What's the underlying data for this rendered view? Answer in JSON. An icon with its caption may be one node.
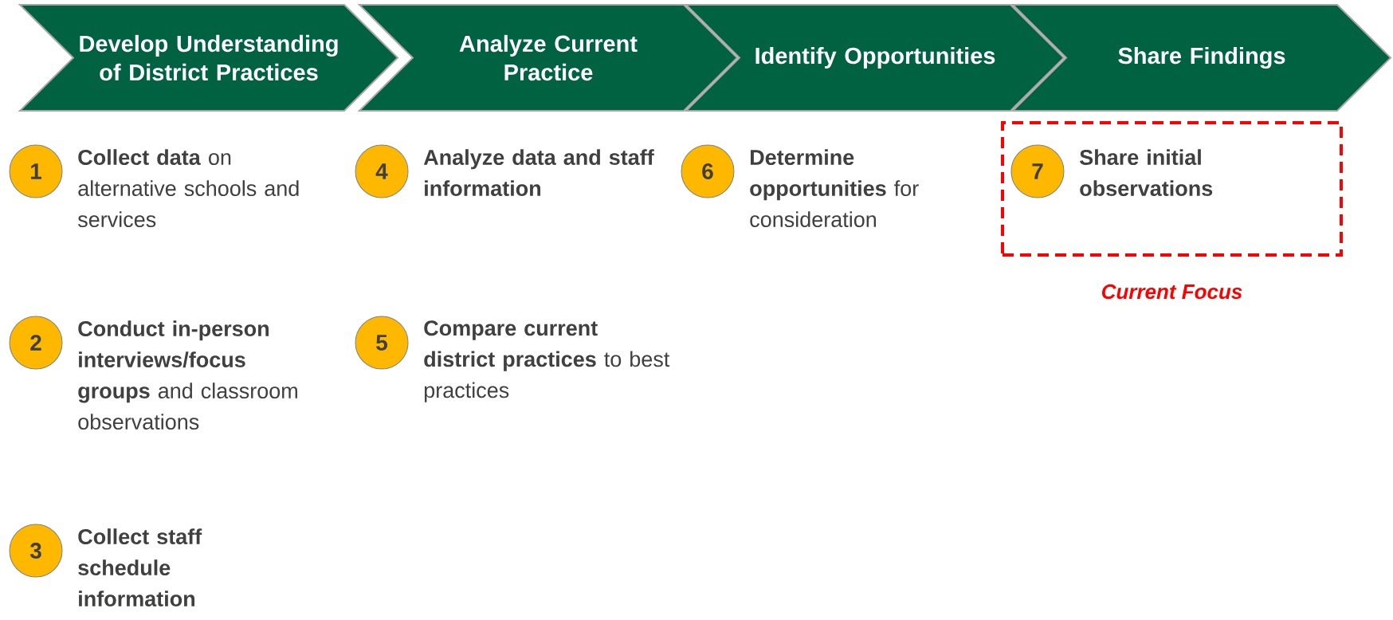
{
  "diagram": {
    "nodes": [
      {
        "text": [
          "Develop Understanding of District Practices"
        ]
      },
      {
        "text": [
          "Analyze Current Practice"
        ]
      },
      {
        "text": [
          "Identify Opportunities"
        ]
      },
      {
        "text": [
          "Share Findings"
        ]
      },
      {
        "text": [
          "1"
        ],
        "beside": [
          "**Collect data** on alternative schools and services"
        ]
      },
      {
        "text": [
          "2"
        ],
        "beside": [
          "**Conduct in-person interviews/focus groups** and classroom observations"
        ]
      },
      {
        "text": [
          "3"
        ],
        "beside": [
          "**Collect staff schedule information**"
        ]
      },
      {
        "text": [
          "4"
        ],
        "beside": [
          "**Analyze data and staff information**"
        ]
      },
      {
        "text": [
          "5"
        ],
        "beside": [
          "**Compare current district practices** to best practices"
        ]
      },
      {
        "text": [
          "6"
        ],
        "beside": [
          "**Determine opportunities** for consideration"
        ]
      },
      {
        "text": [],
        "shape": "box",
        "beside": [
          "Current Focus"
        ]
      },
      {
        "text": [
          "7"
        ],
        "in": 10,
        "beside": [
          "**Share initial observations**"
        ]
      }
    ]
  }
}
